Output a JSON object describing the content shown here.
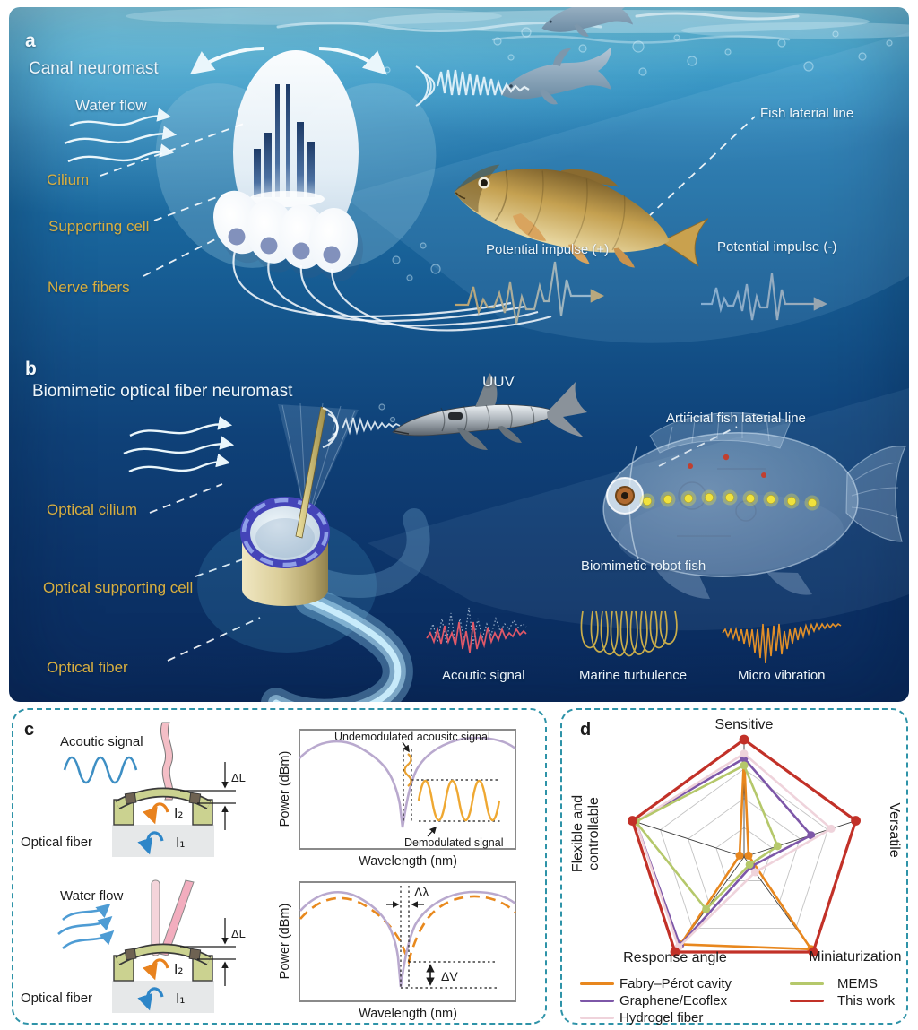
{
  "colors": {
    "label_gold": "#D9AF40",
    "panel_border_teal": "#2E93A8",
    "plot_purple": "#B9A9CE",
    "plot_orange": "#E8891E",
    "diagram_green": "#CBD290",
    "arrow_I2_orange": "#E8821E",
    "arrow_I1_blue": "#2E86C8",
    "lateral_dot_yellow": "#F0E23C"
  },
  "panel_a": {
    "label": "a",
    "title": "Canal neuromast",
    "water_flow_label": "Water flow",
    "cilium_label": "Cilium",
    "supporting_cell_label": "Supporting cell",
    "nerve_fibers_label": "Nerve fibers",
    "fish_lateral_line_label": "Fish laterial line",
    "potential_impulse_positive_label": "Potential impulse (+)",
    "potential_impulse_negative_label": "Potential impulse (-)"
  },
  "panel_b": {
    "label": "b",
    "title": "Biomimetic optical fiber neuromast",
    "optical_cilium_label": "Optical cilium",
    "optical_supporting_cell_label": "Optical supporting cell",
    "optical_fiber_label": "Optical fiber",
    "uuv_label": "UUV",
    "artificial_lateral_line_label": "Artificial fish laterial line",
    "robot_fish_label": "Biomimetic robot fish",
    "acoustic_signal_label": "Acoutic signal",
    "marine_turbulence_label": "Marine turbulence",
    "micro_vibration_label": "Micro vibration"
  },
  "panel_c": {
    "label": "c",
    "acoustic_signal_label": "Acoutic signal",
    "water_flow_label": "Water flow",
    "optical_fiber_label": "Optical fiber",
    "delta_L": "ΔL",
    "I2": "I₂",
    "I1": "I₁",
    "plot_top": {
      "ylabel": "Power (dBm)",
      "xlabel": "Wavelength (nm)",
      "undemodulated_label": "Undemodulated  acousitc signal",
      "demodulated_label": "Demodulated  signal"
    },
    "plot_bottom": {
      "ylabel": "Power (dBm)",
      "xlabel": "Wavelength (nm)",
      "delta_lambda": "Δλ",
      "delta_V": "ΔV"
    }
  },
  "panel_d": {
    "label": "d",
    "axes": {
      "top": "Sensitive",
      "right": "Versatile",
      "bottom_right": "Miniaturization",
      "bottom_left": "Response angle",
      "left_line1": "Flexible and",
      "left_line2": "controllable"
    }
  },
  "chart_data": {
    "type": "radar",
    "categories": [
      "Sensitive",
      "Versatile",
      "Miniaturization",
      "Response angle",
      "Flexible and controllable"
    ],
    "range": [
      0,
      1
    ],
    "grid_levels": 4,
    "legend_position": "bottom",
    "series": [
      {
        "name": "Fabry–Pérot cavity",
        "color": "#E8871E",
        "values": [
          0.85,
          0.04,
          0.97,
          0.92,
          0.04
        ]
      },
      {
        "name": "Graphene/Ecoflex",
        "color": "#7D57A8",
        "values": [
          0.84,
          0.6,
          0.1,
          0.93,
          0.97
        ]
      },
      {
        "name": "Hydrogel fiber",
        "color": "#EFD3DB",
        "values": [
          0.88,
          0.78,
          0.16,
          0.95,
          0.97
        ]
      },
      {
        "name": "MEMS",
        "color": "#B5C86B",
        "values": [
          0.78,
          0.3,
          0.08,
          0.55,
          0.97
        ]
      },
      {
        "name": "This work",
        "color": "#C23128",
        "values": [
          1,
          1,
          1,
          1,
          1
        ],
        "emphasis": true
      }
    ]
  }
}
